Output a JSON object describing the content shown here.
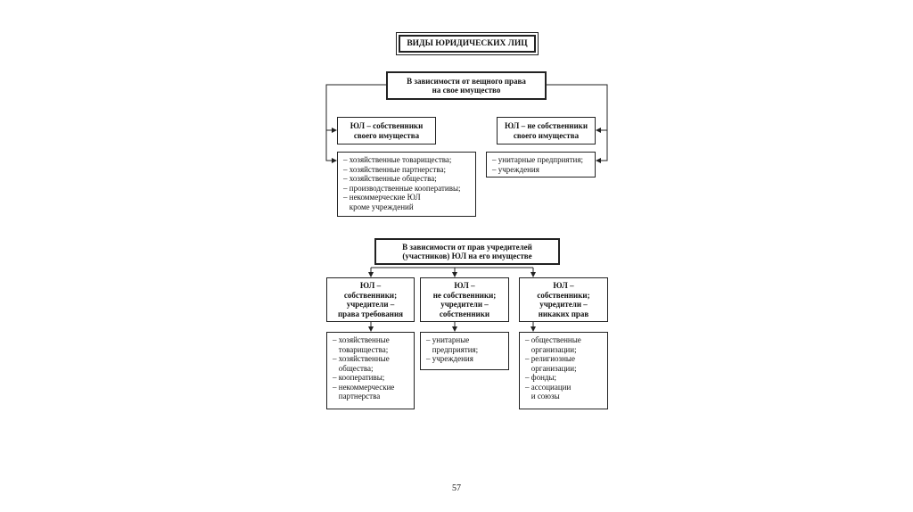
{
  "title": "ВИДЫ ЮРИДИЧЕСКИХ ЛИЦ",
  "section1": {
    "header": [
      "В зависимости от вещного права",
      "на свое имущество"
    ],
    "left": {
      "header": [
        "ЮЛ – собственники",
        "своего имущества"
      ],
      "items": [
        "– хозяйственные товарищества;",
        "– хозяйственные партнерства;",
        "– хозяйственные общества;",
        "– производственные кооперативы;",
        "– некоммерческие ЮЛ",
        "   кроме учреждений"
      ]
    },
    "right": {
      "header": [
        "ЮЛ – не собственники",
        "своего имущества"
      ],
      "items": [
        "– унитарные предприятия;",
        "– учреждения"
      ]
    }
  },
  "section2": {
    "header": [
      "В зависимости от прав учредителей",
      "(участников) ЮЛ на его имуществе"
    ],
    "col1": {
      "header": [
        "ЮЛ –",
        "собственники;",
        "учредители –",
        "права требования"
      ],
      "items": [
        "– хозяйственные",
        "   товарищества;",
        "– хозяйственные",
        "   общества;",
        "– кооперативы;",
        "– некоммерческие",
        "   партнерства"
      ]
    },
    "col2": {
      "header": [
        "ЮЛ –",
        "не собственники;",
        "учредители –",
        "собственники"
      ],
      "items": [
        "– унитарные",
        "   предприятия;",
        "– учреждения"
      ]
    },
    "col3": {
      "header": [
        "ЮЛ –",
        "собственники;",
        "учредители –",
        "никаких прав"
      ],
      "items": [
        "– общественные",
        "   организации;",
        "– религиозные",
        "   организации;",
        "– фонды;",
        "– ассоциации",
        "   и союзы"
      ]
    }
  },
  "page_number": "57"
}
